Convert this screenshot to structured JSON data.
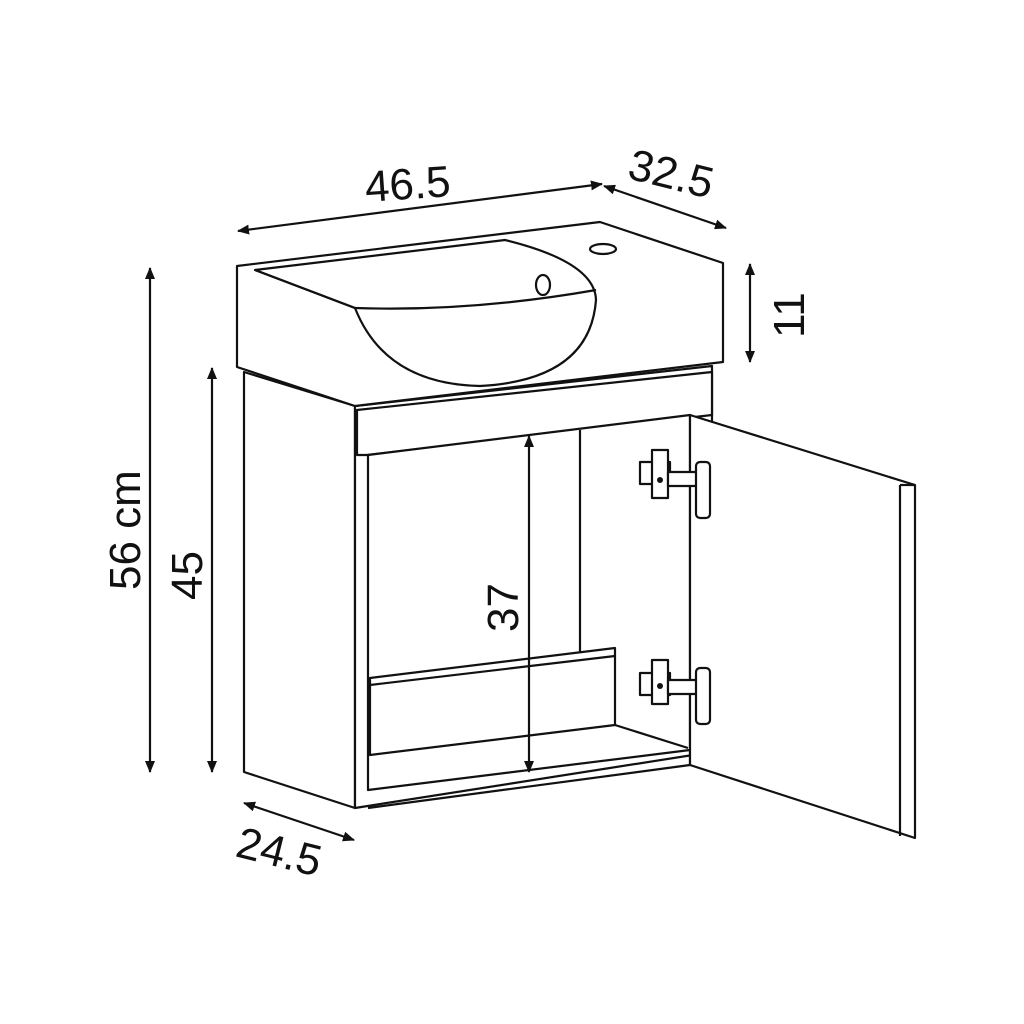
{
  "dimensions": {
    "width": "46.5",
    "basin_depth": "32.5",
    "basin_height": "11",
    "total_height": "56 cm",
    "cabinet_height": "45",
    "interior_height": "37",
    "cabinet_depth": "24.5"
  },
  "colors": {
    "line": "#111111",
    "background": "#ffffff"
  }
}
